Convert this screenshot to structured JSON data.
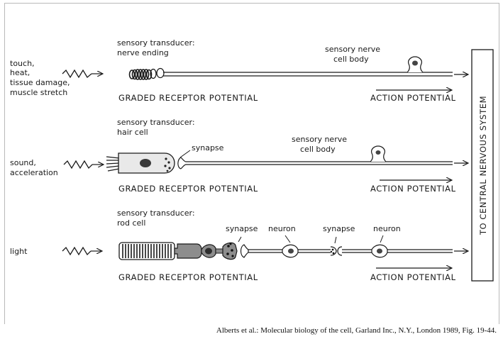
{
  "row1": {
    "stimulus_lines": [
      "touch,",
      "heat,",
      "tissue damage,",
      "muscle stretch"
    ],
    "transducer_lines": [
      "sensory transducer:",
      "nerve ending"
    ],
    "cellbody_lines": [
      "sensory nerve",
      "cell body"
    ],
    "graded": "GRADED RECEPTOR POTENTIAL",
    "action": "ACTION POTENTIAL"
  },
  "row2": {
    "stimulus_lines": [
      "sound,",
      "acceleration"
    ],
    "transducer_lines": [
      "sensory transducer:",
      "hair cell"
    ],
    "synapse": "synapse",
    "cellbody_lines": [
      "sensory nerve",
      "cell body"
    ],
    "graded": "GRADED RECEPTOR POTENTIAL",
    "action": "ACTION POTENTIAL"
  },
  "row3": {
    "stimulus": "light",
    "transducer_lines": [
      "sensory transducer:",
      "rod cell"
    ],
    "synapse1": "synapse",
    "neuron1": "neuron",
    "synapse2": "synapse",
    "neuron2": "neuron",
    "graded": "GRADED RECEPTOR POTENTIAL",
    "action": "ACTION POTENTIAL"
  },
  "cns_label": "TO CENTRAL NERVOUS SYSTEM",
  "citation": "Alberts et al.: Molecular biology of the cell, Garland Inc., N.Y., London 1989, Fig. 19-44."
}
